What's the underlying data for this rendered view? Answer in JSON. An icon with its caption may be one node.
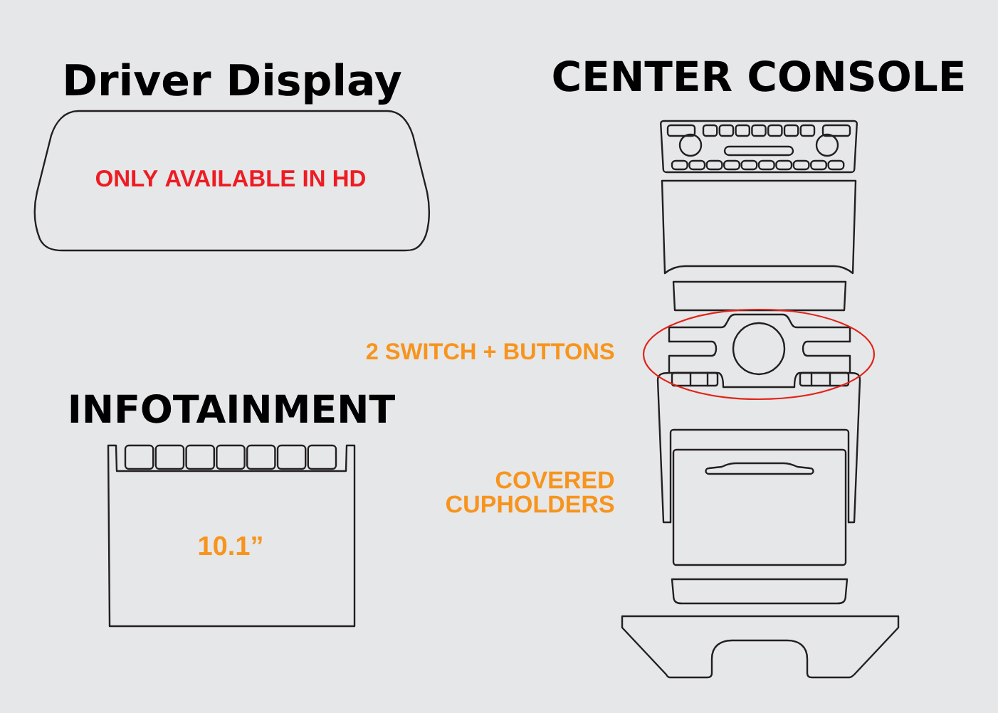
{
  "diagram": {
    "nodes": [
      {
        "text": [
          "Driver Display",
          "ONLY AVAILABLE IN HD"
        ]
      },
      {
        "text": [
          "INFOTAINMENT",
          "10.1”"
        ]
      }
    ],
    "labels": [
      "CENTER CONSOLE",
      "2 SWITCH + BUTTONS",
      "COVERED CUPHOLDERS"
    ]
  }
}
